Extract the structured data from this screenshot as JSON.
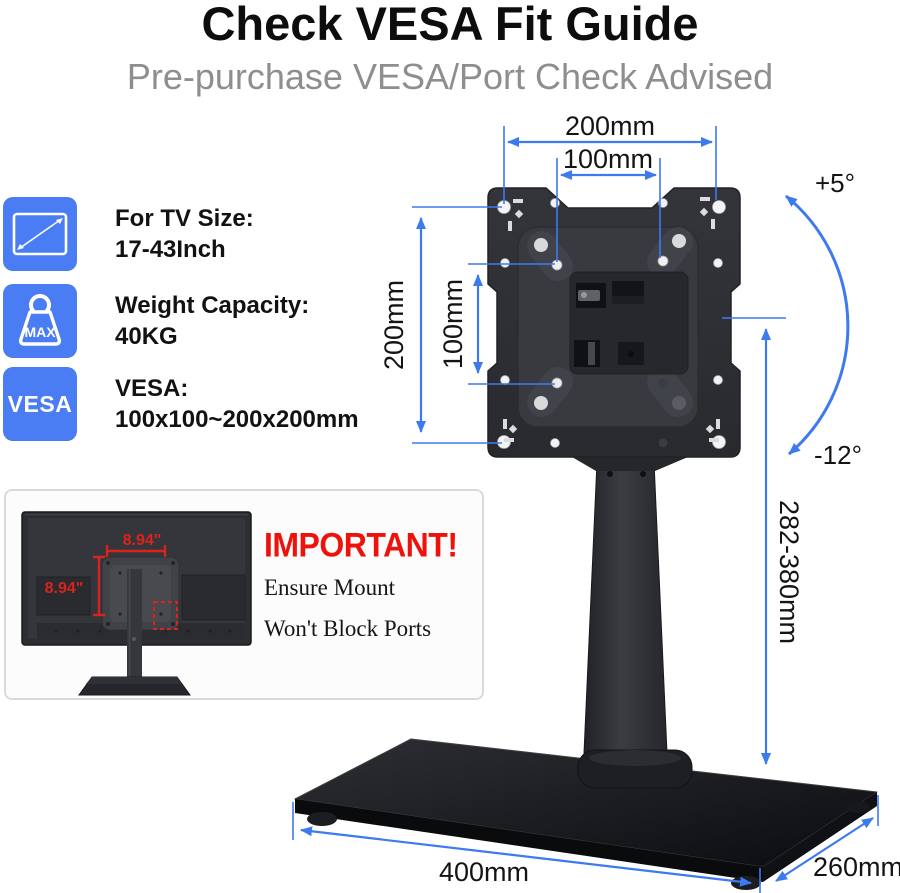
{
  "header": {
    "title": "Check VESA Fit Guide",
    "subtitle": "Pre-purchase VESA/Port Check Advised"
  },
  "specs": [
    {
      "icon": "tv-size-icon",
      "label": "For TV Size:",
      "value": "17-43Inch"
    },
    {
      "icon": "weight-max-icon",
      "icon_text": "MAX",
      "label": "Weight Capacity:",
      "value": "40KG"
    },
    {
      "icon": "vesa-icon",
      "icon_text": "VESA",
      "label": "VESA:",
      "value": "100x100~200x200mm"
    }
  ],
  "dims": {
    "top_width": "200mm",
    "top_inner_width": "100mm",
    "left_height": "200mm",
    "left_inner_height": "100mm",
    "tilt_up": "+5°",
    "tilt_down": "-12°",
    "height_range": "282-380mm",
    "base_width": "400mm",
    "base_depth": "260mm"
  },
  "panel": {
    "heading": "IMPORTANT!",
    "line1": "Ensure Mount",
    "line2": "Won't Block Ports",
    "tv_width": "8.94\"",
    "tv_height": "8.94\""
  },
  "colors": {
    "accent_blue": "#4a7cf3",
    "line_blue": "#3d7af0",
    "warning_red": "#ed120b",
    "measure_red": "#d9231c",
    "plate_dark": "#2d2f33"
  }
}
